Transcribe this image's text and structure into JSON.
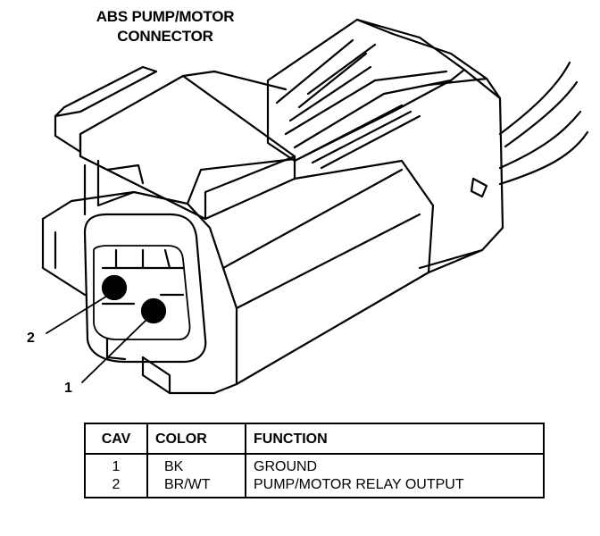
{
  "title": {
    "line1": "ABS PUMP/MOTOR",
    "line2": "CONNECTOR"
  },
  "callouts": {
    "pin_2": "2",
    "pin_1": "1"
  },
  "table": {
    "headers": {
      "cav": "CAV",
      "color": "COLOR",
      "function": "FUNCTION"
    },
    "rows": [
      {
        "cav": "1",
        "color": "BK",
        "function": "GROUND"
      },
      {
        "cav": "2",
        "color": "BR/WT",
        "function": "PUMP/MOTOR RELAY OUTPUT"
      }
    ]
  }
}
